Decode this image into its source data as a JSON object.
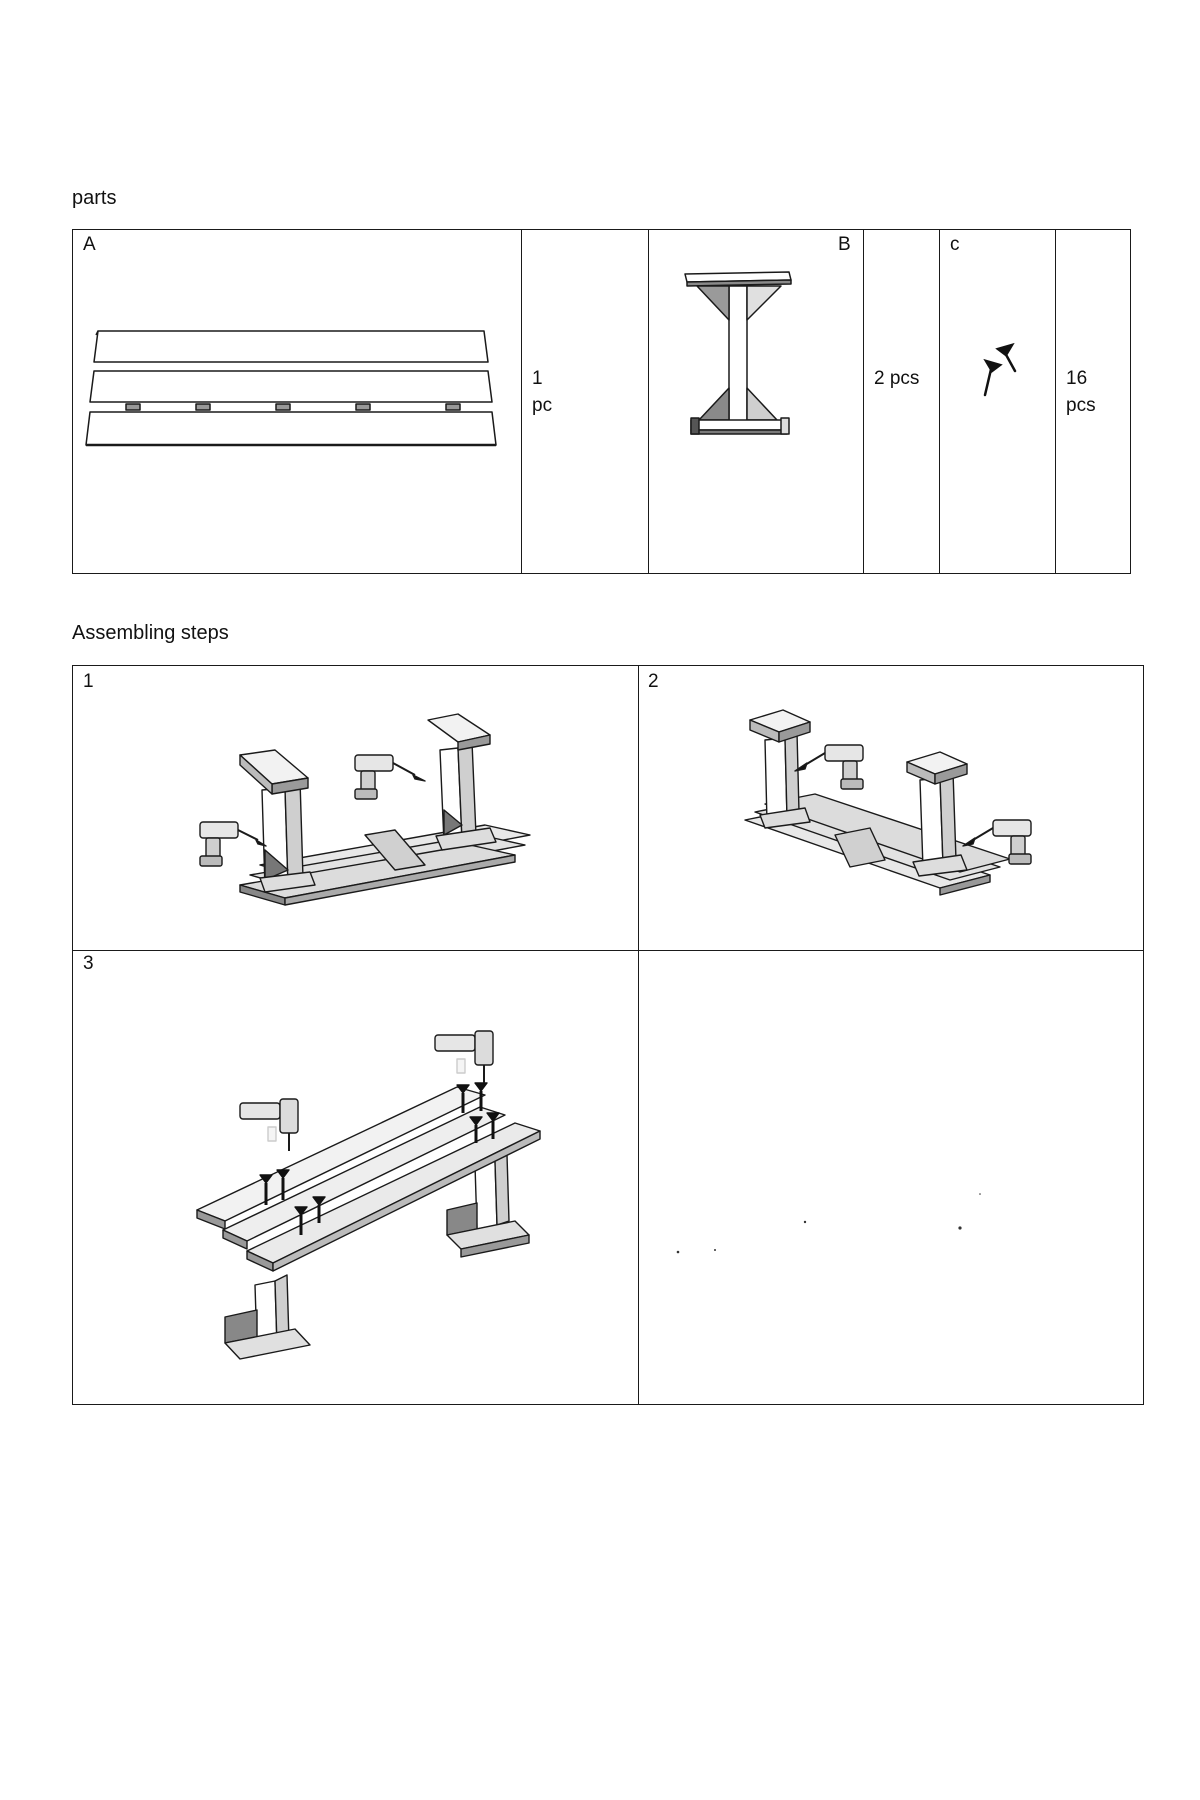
{
  "parts": {
    "heading": "parts",
    "A": {
      "label": "A",
      "quantity_line1": "1",
      "quantity_line2": "pc",
      "icon": "seat-planks-icon"
    },
    "B": {
      "label": "B",
      "quantity": "2 pcs",
      "icon": "leg-frame-icon"
    },
    "C": {
      "label": "c",
      "quantity_line1": "16",
      "quantity_line2": "pcs",
      "icon": "screws-icon"
    }
  },
  "steps": {
    "heading": "Assembling steps",
    "items": [
      {
        "number": "1",
        "icon": "step-attach-leg-left-icon"
      },
      {
        "number": "2",
        "icon": "step-attach-leg-right-icon"
      },
      {
        "number": "3",
        "icon": "step-screw-seat-icon"
      }
    ]
  }
}
